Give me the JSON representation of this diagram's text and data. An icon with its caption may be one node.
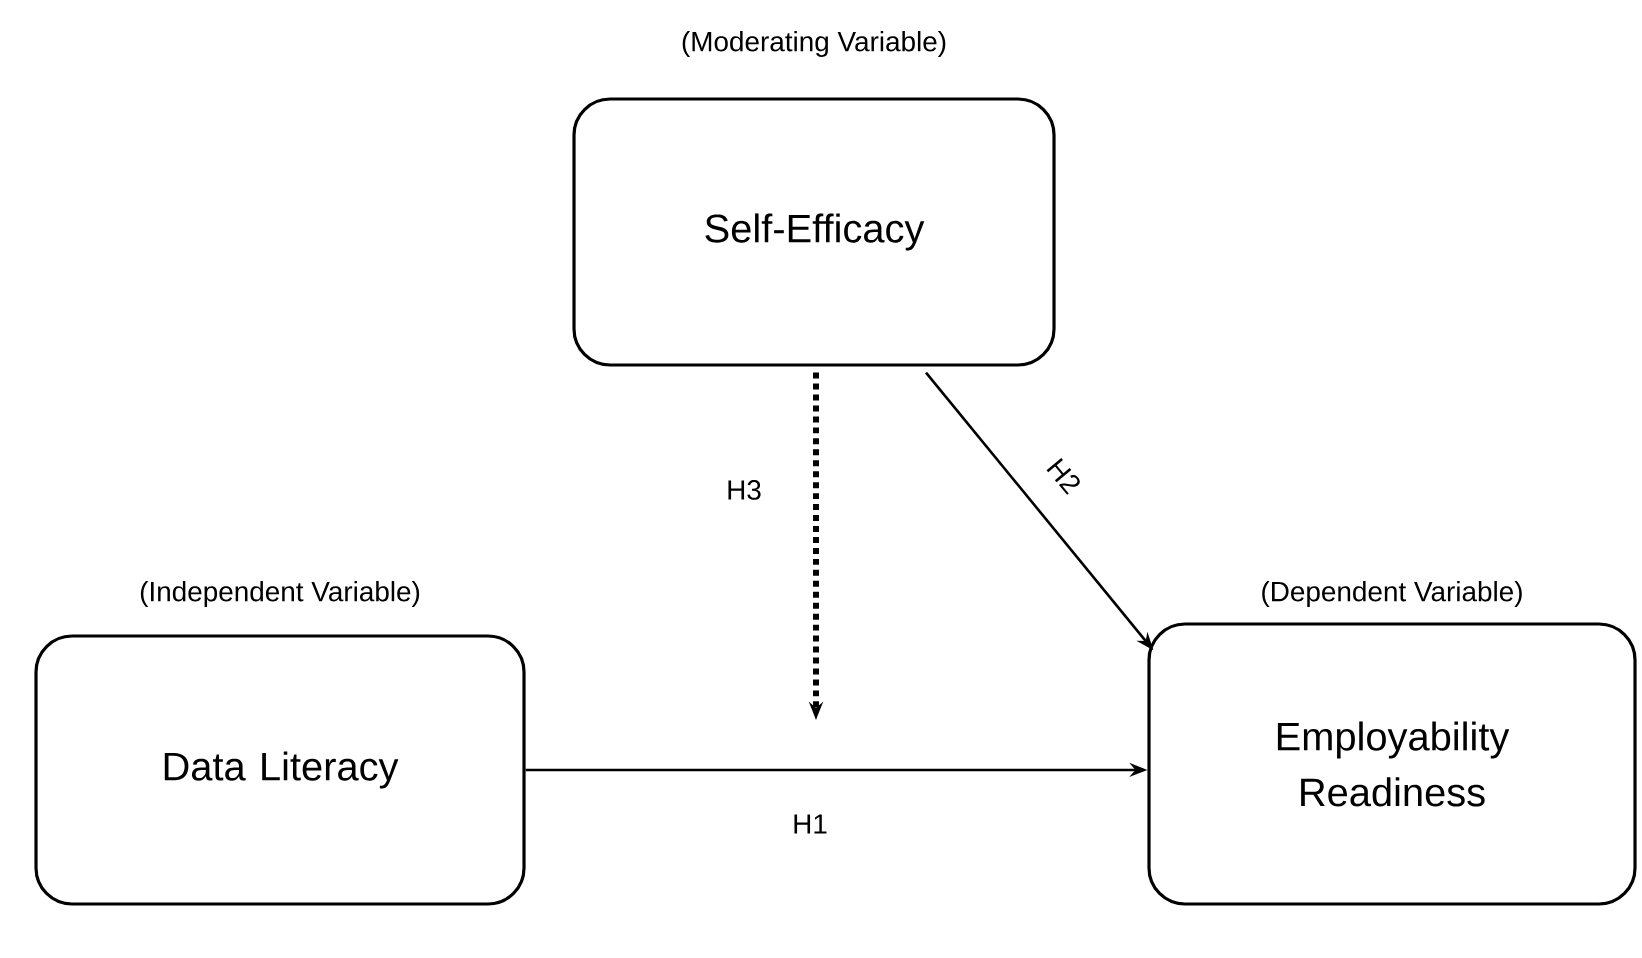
{
  "diagram": {
    "nodes": [
      {
        "text": [
          "(Moderating Variable)",
          "Self-Efficacy"
        ]
      },
      {
        "text": [
          "(Independent Variable)",
          "Data Literacy"
        ]
      },
      {
        "text": [
          "(Dependent Variable)",
          "Employability Readiness"
        ]
      }
    ],
    "edges": [
      {
        "from": 1,
        "to": 2,
        "arrow": "to",
        "label": "H1"
      },
      {
        "from": 0,
        "to": 2,
        "arrow": "to",
        "label": "H2"
      },
      {
        "from": 0,
        "to": null,
        "arrow": "to",
        "label": "H3",
        "style": "dashed"
      }
    ]
  }
}
